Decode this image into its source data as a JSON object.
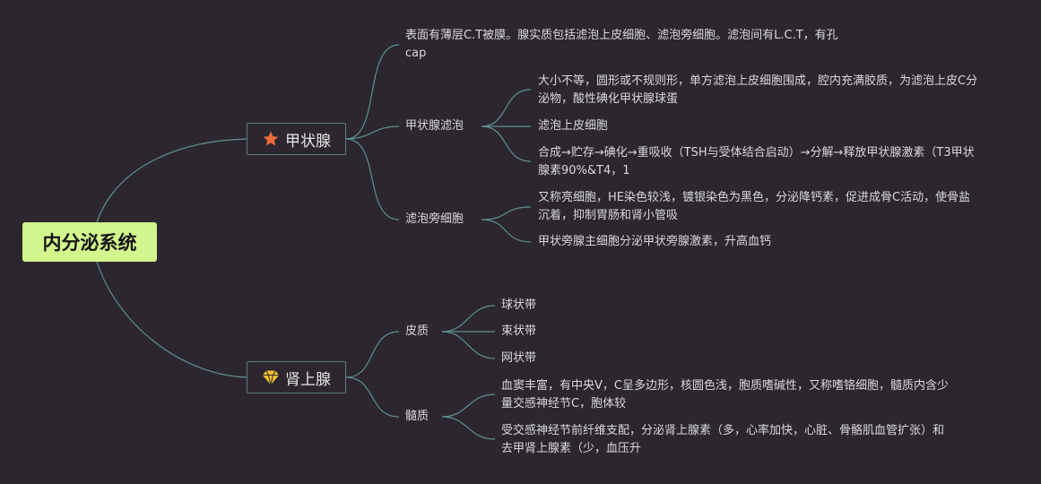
{
  "root": {
    "label": "内分泌系统"
  },
  "thyroid": {
    "label": "甲状腺",
    "icon": "star-icon",
    "icon_color": "#ee6a3c",
    "desc": "表面有薄层C.T被膜。腺实质包括滤泡上皮细胞、滤泡旁细胞。滤泡间有L.C.T，有孔cap",
    "follicle": {
      "label": "甲状腺滤泡",
      "items": [
        "大小不等，圆形或不规则形，单方滤泡上皮细胞围成，腔内充满胶质，为滤泡上皮C分泌物，酸性碘化甲状腺球蛋",
        "滤泡上皮细胞",
        "合成→贮存→碘化→重吸收（TSH与受体结合启动）→分解→释放甲状腺激素（T3甲状腺素90%&T4，1"
      ]
    },
    "parafollicular": {
      "label": "滤泡旁细胞",
      "items": [
        "又称亮细胞，HE染色较浅，镀银染色为黑色，分泌降钙素，促进成骨C活动，使骨盐沉着，抑制胃肠和肾小管吸",
        "甲状旁腺主细胞分泌甲状旁腺激素，升高血钙"
      ]
    }
  },
  "adrenal": {
    "label": "肾上腺",
    "icon": "diamond-icon",
    "icon_color": "#f2c233",
    "cortex": {
      "label": "皮质",
      "items": [
        "球状带",
        "束状带",
        "网状带"
      ]
    },
    "medulla": {
      "label": "髓质",
      "items": [
        "血窦丰富，有中央V，C呈多边形，核圆色浅，胞质嗜碱性，又称嗜铬细胞，髓质内含少量交感神经节C，胞体较",
        "受交感神经节前纤维支配，分泌肾上腺素（多，心率加快，心脏、骨骼肌血管扩张）和去甲肾上腺素（少，血压升"
      ]
    }
  }
}
